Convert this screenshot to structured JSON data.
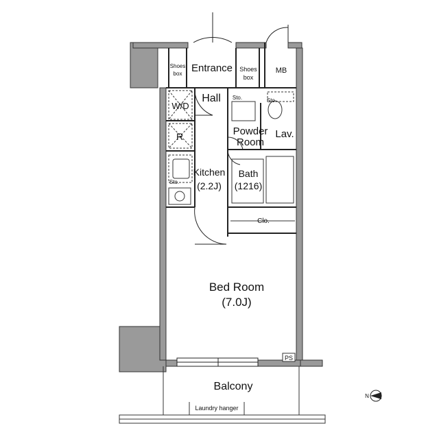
{
  "rooms": {
    "entrance": "Entrance",
    "shoes_box_left_line1": "Shoes",
    "shoes_box_left_line2": "box",
    "shoes_box_right_line1": "Shoes",
    "shoes_box_right_line2": "box",
    "mb": "MB",
    "hall": "Hall",
    "wd": "W/D",
    "sto_hall": "Sto.",
    "sto_lav": "Sto.",
    "powder_room_line1": "Powder",
    "powder_room_line2": "Room",
    "lav": "Lav.",
    "refrigerator": "R",
    "kitchen_name": "Kitchen",
    "kitchen_size": "(2.2J)",
    "sto_kitchen": "Sto.",
    "bath_name": "Bath",
    "bath_size": "(1216)",
    "clo": "Clo.",
    "bedroom_name": "Bed Room",
    "bedroom_size": "(7.0J)",
    "ps": "PS",
    "balcony": "Balcony",
    "laundry_hanger": "Laundry hanger"
  },
  "compass": {
    "label": "N"
  }
}
